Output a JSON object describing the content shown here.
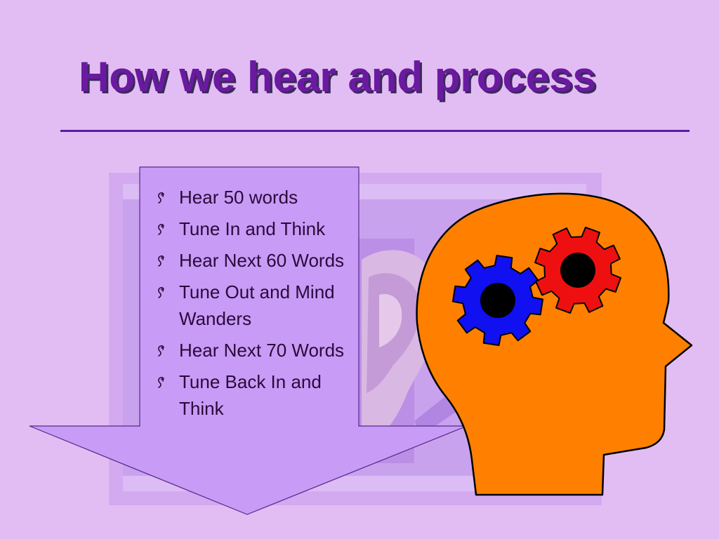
{
  "slide": {
    "title": "How we hear and process",
    "bullets": [
      {
        "text": "Hear 50 words"
      },
      {
        "text": "Tune In and Think"
      },
      {
        "text": "Hear Next 60 Words"
      },
      {
        "text": "Tune Out and Mind Wanders"
      },
      {
        "text": "Hear Next 70 Words"
      },
      {
        "text": "Tune Back In and Think"
      }
    ]
  },
  "icons": {
    "bullet": "ear-icon",
    "illustration_background": "ear-image",
    "head": "head-silhouette",
    "gears": [
      "blue-gear-icon",
      "red-gear-icon"
    ]
  },
  "colors": {
    "background": "#e2bdf3",
    "title": "#6a1aa0",
    "arrow": "#c79bf6",
    "head": "#ff8000",
    "gear_blue": "#1010f0",
    "gear_red": "#ee1010"
  }
}
